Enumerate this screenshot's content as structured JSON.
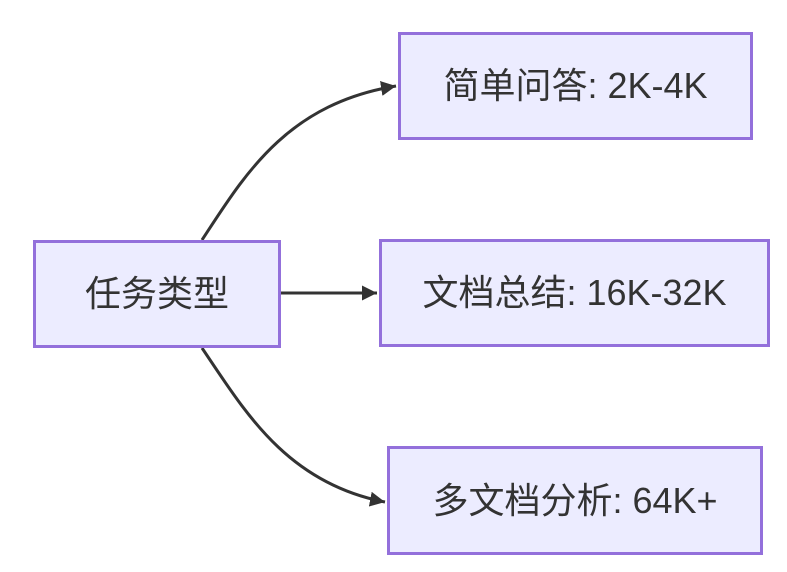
{
  "diagram": {
    "type": "flowchart",
    "direction": "left-to-right",
    "colors": {
      "background": "#ffffff",
      "node_fill": "#ECECFF",
      "node_border": "#9370DB",
      "node_text": "#333333",
      "edge_line": "#333333"
    },
    "root_node": {
      "label": "任务类型"
    },
    "branches": [
      {
        "label": "简单问答: 2K-4K"
      },
      {
        "label": "文档总结: 16K-32K"
      },
      {
        "label": "多文档分析: 64K+"
      }
    ]
  }
}
